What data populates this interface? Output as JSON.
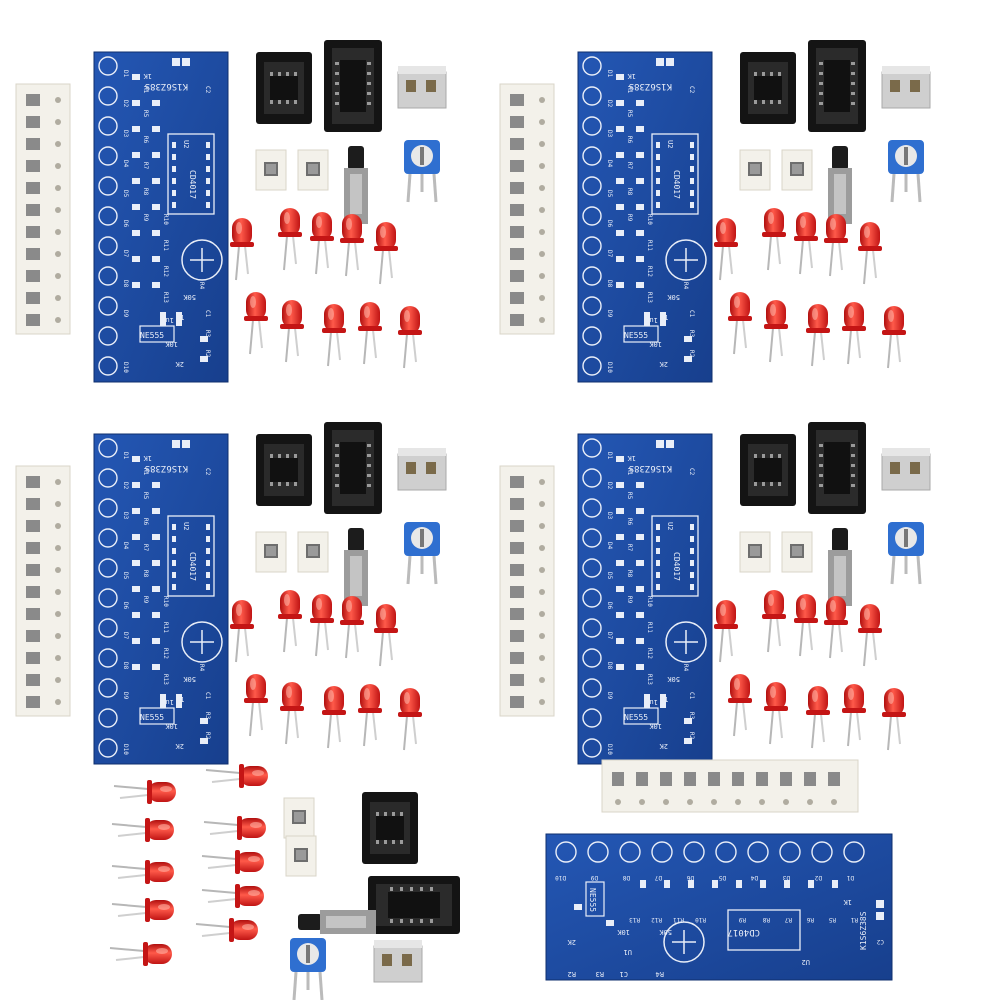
{
  "image": {
    "description_colors": {
      "pcb_blue": "#1f4fa8",
      "pcb_dark": "#163c86",
      "silkscreen": "#e9eef8",
      "led_red": "#d61c1c",
      "led_highlight": "#ff6a5a",
      "ic_black": "#1a1a1a",
      "tape_white": "#f3f1ea",
      "smd_gray": "#8a8a8a",
      "pot_blue": "#2f6fd0"
    }
  },
  "pcb": {
    "model_code": "K1S6Z38S",
    "ic1": "NE555",
    "ic2": "CD4017",
    "pot_label": "50K",
    "cap_label": "1uF",
    "res_10k": "10K",
    "res_2k": "2K",
    "res_1k": "1K",
    "u1": "U1",
    "u2": "U2",
    "led_labels": [
      "D1",
      "D2",
      "D3",
      "D4",
      "D5",
      "D6",
      "D7",
      "D8",
      "D9",
      "D10"
    ],
    "res_labels": [
      "R1",
      "R2",
      "R3",
      "R4",
      "R5",
      "R6",
      "R7",
      "R8",
      "R9",
      "R10",
      "R11",
      "R12",
      "R13"
    ],
    "cap_labels": [
      "C1",
      "C2"
    ]
  }
}
